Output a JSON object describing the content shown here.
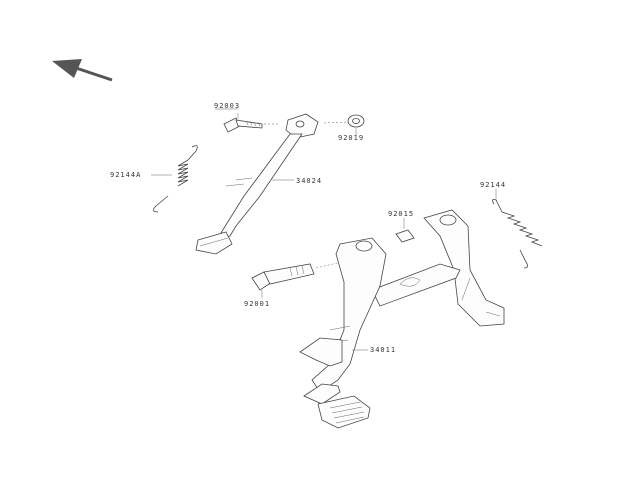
{
  "diagram": {
    "direction_arrow": "arrow-icon",
    "labels": {
      "bolt_top": "92003",
      "washer_top": "92019",
      "spring_left": "92144A",
      "side_stand": "34024",
      "washer_right": "92015",
      "spring_right": "92144",
      "shaft": "92001",
      "main_stand": "34011"
    }
  }
}
